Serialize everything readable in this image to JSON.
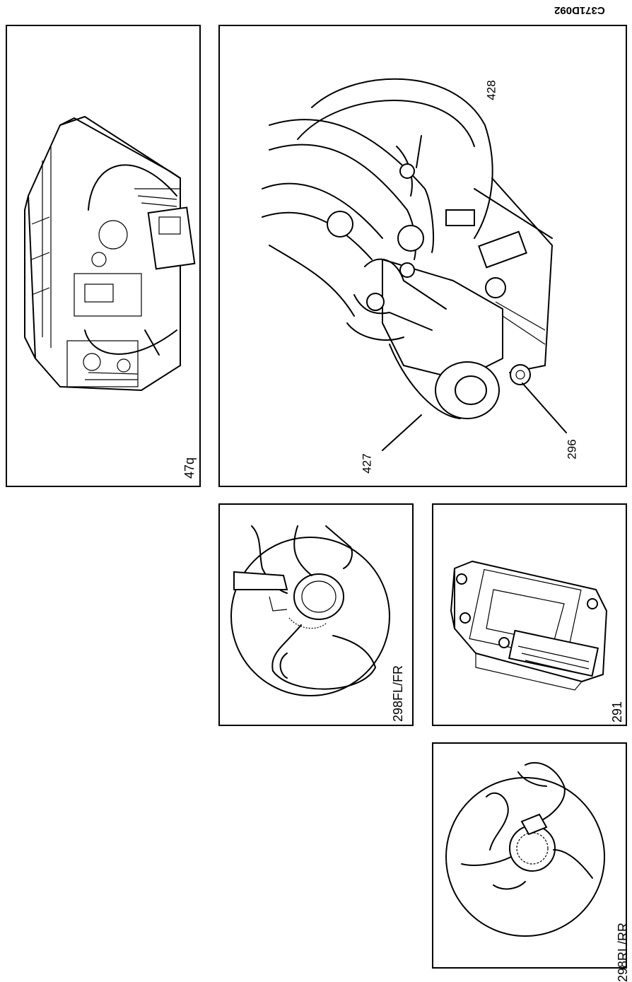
{
  "document_code": "C371D092",
  "panels": {
    "instrument_cluster": {
      "label": "47q"
    },
    "abs_unit": {
      "callouts": {
        "pump": "428",
        "motor": "427",
        "mount": "296"
      }
    },
    "front_sensor": {
      "label": "298FL/FR"
    },
    "control_module": {
      "label": "291"
    },
    "rear_sensor": {
      "label": "298RL/RR"
    }
  }
}
